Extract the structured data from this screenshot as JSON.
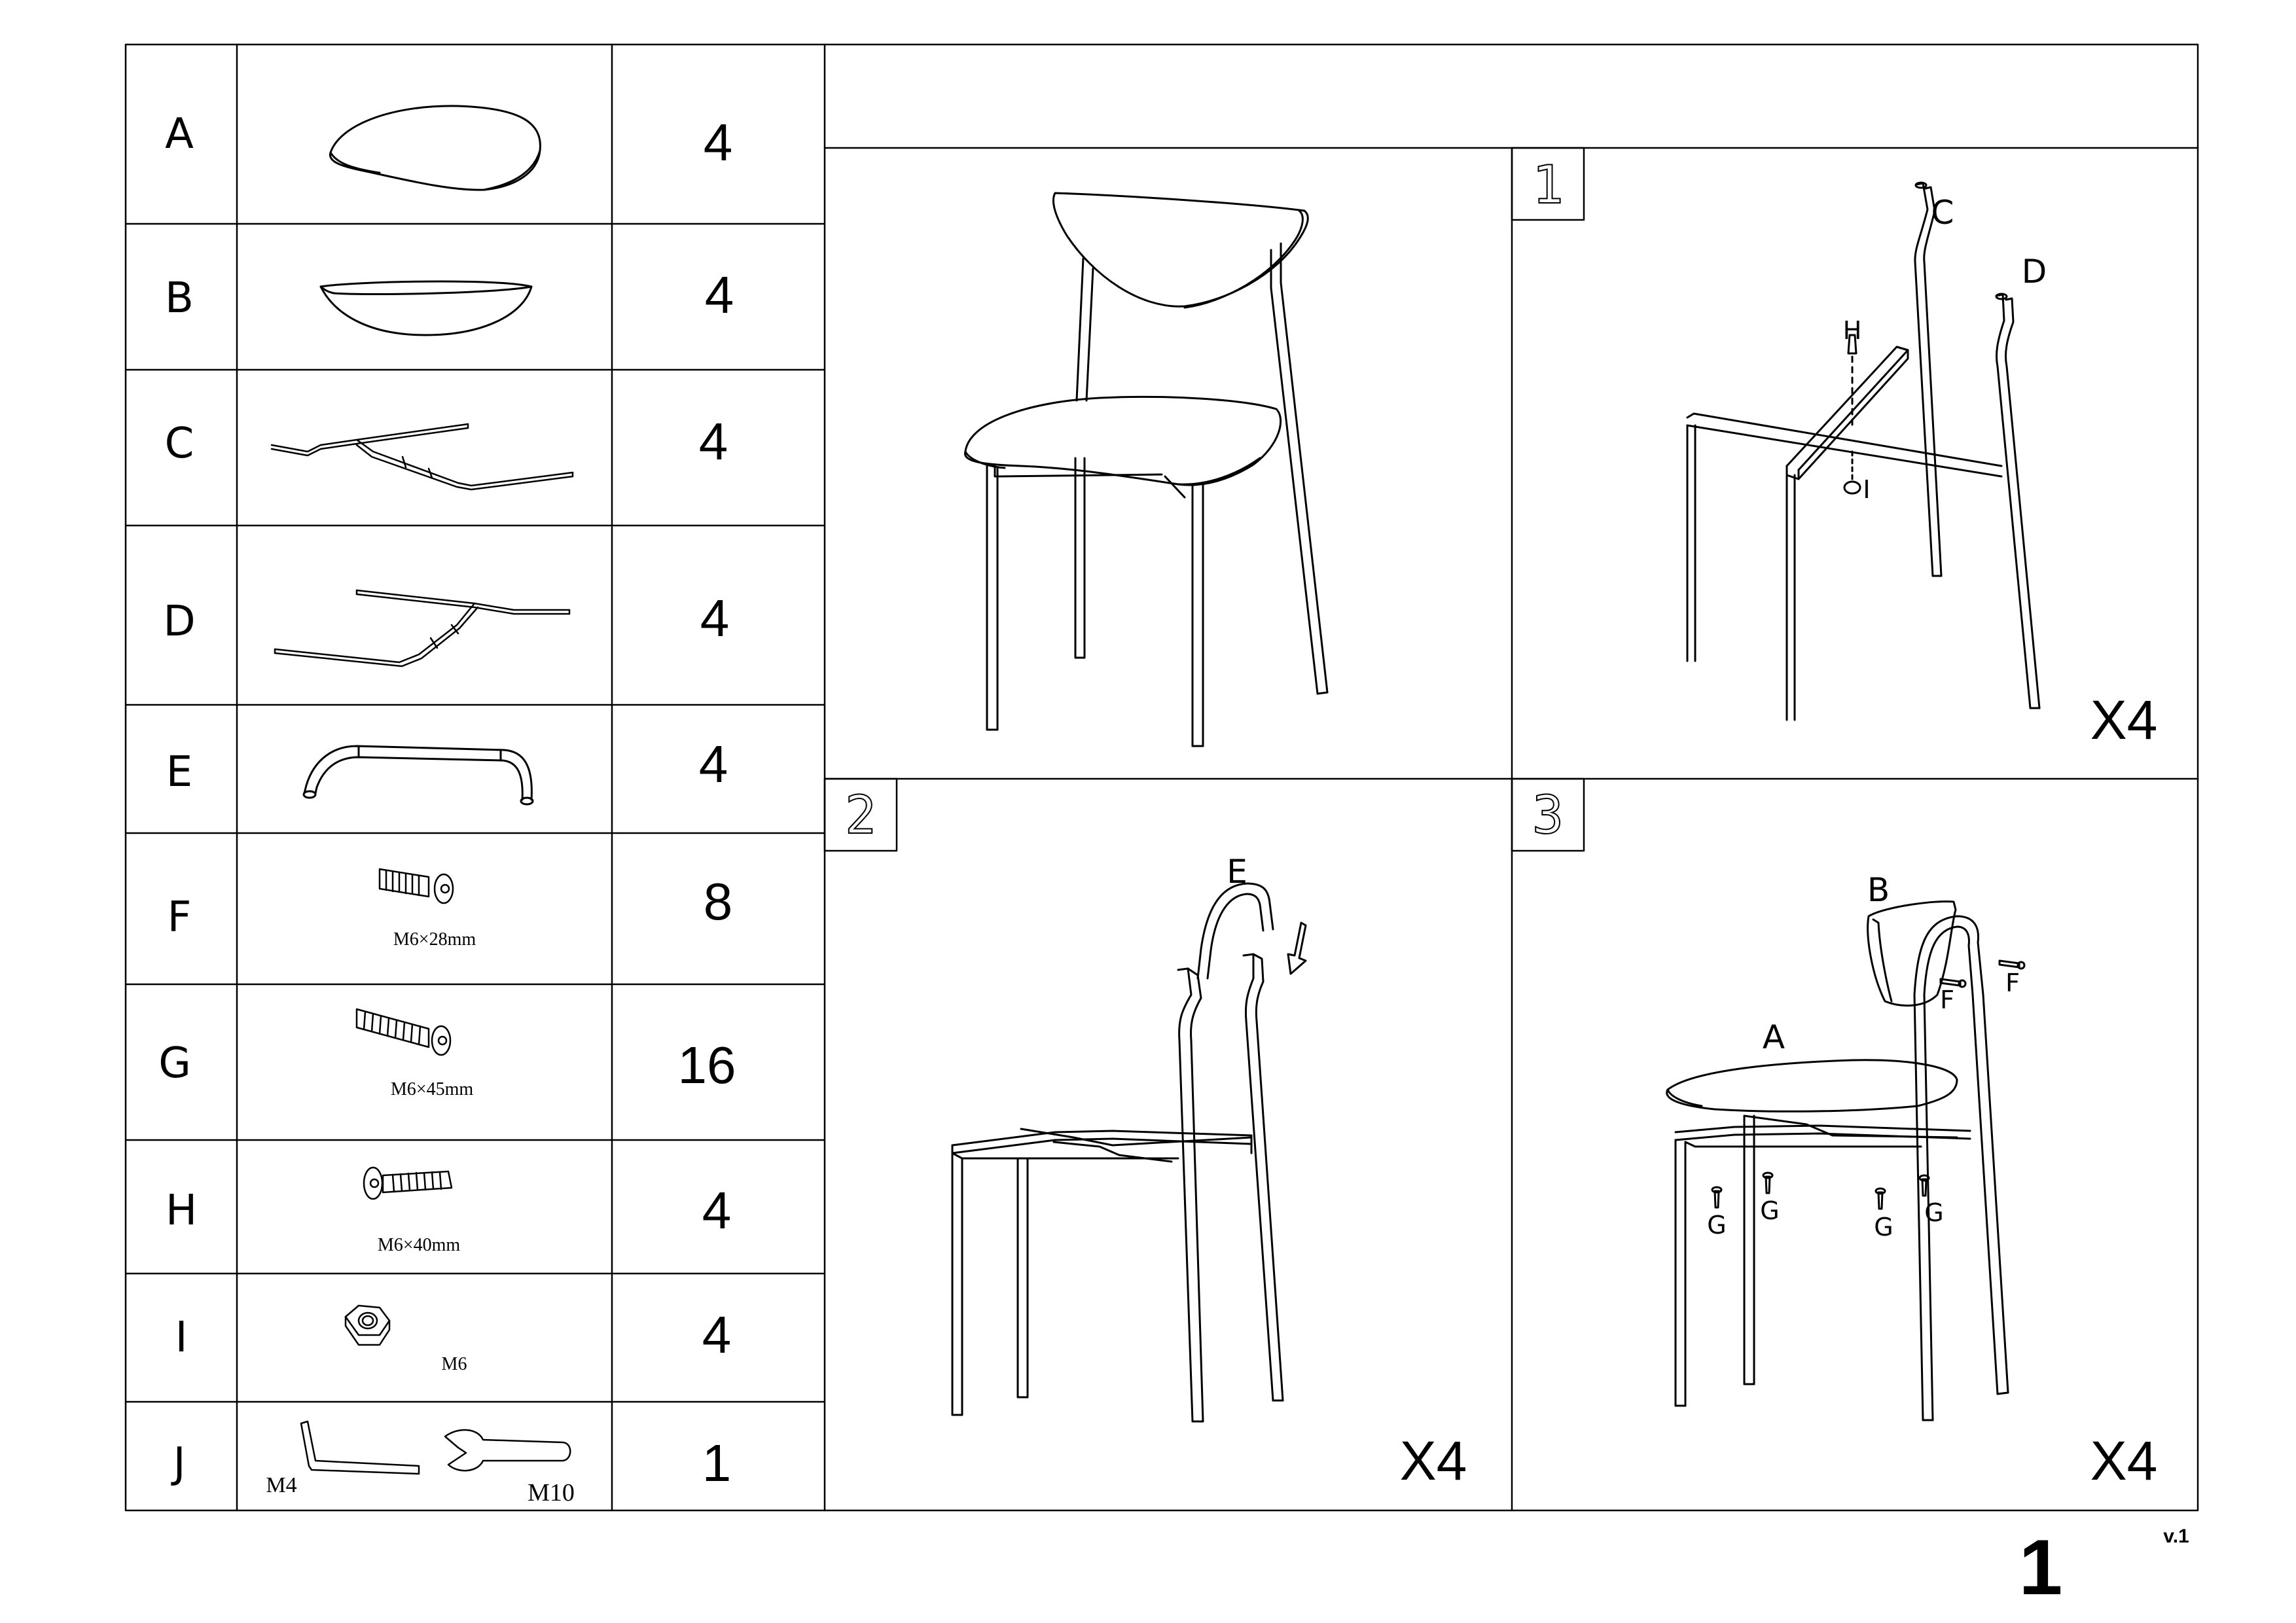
{
  "parts": [
    {
      "letter": "A",
      "qty": "4",
      "size": ""
    },
    {
      "letter": "B",
      "qty": "4",
      "size": ""
    },
    {
      "letter": "C",
      "qty": "4",
      "size": ""
    },
    {
      "letter": "D",
      "qty": "4",
      "size": ""
    },
    {
      "letter": "E",
      "qty": "4",
      "size": ""
    },
    {
      "letter": "F",
      "qty": "8",
      "size": "M6×28mm"
    },
    {
      "letter": "G",
      "qty": "16",
      "size": "M6×45mm"
    },
    {
      "letter": "H",
      "qty": "4",
      "size": "M6×40mm"
    },
    {
      "letter": "I",
      "qty": "4",
      "size": "M6"
    },
    {
      "letter": "J",
      "qty": "1",
      "size": ""
    }
  ],
  "tools": {
    "hex_key": "M4",
    "wrench": "M10"
  },
  "steps": [
    {
      "number": "1",
      "multiplier": "X4",
      "labels": {
        "c": "C",
        "d": "D",
        "h": "H",
        "i": "I"
      }
    },
    {
      "number": "2",
      "multiplier": "X4",
      "labels": {
        "e": "E"
      }
    },
    {
      "number": "3",
      "multiplier": "X4",
      "labels": {
        "a": "A",
        "b": "B",
        "f1": "F",
        "f2": "F",
        "g1": "G",
        "g2": "G",
        "g3": "G",
        "g4": "G"
      }
    }
  ],
  "page": {
    "number": "1",
    "version": "v.1"
  },
  "colors": {
    "ink": "#000000",
    "paper": "#ffffff"
  }
}
